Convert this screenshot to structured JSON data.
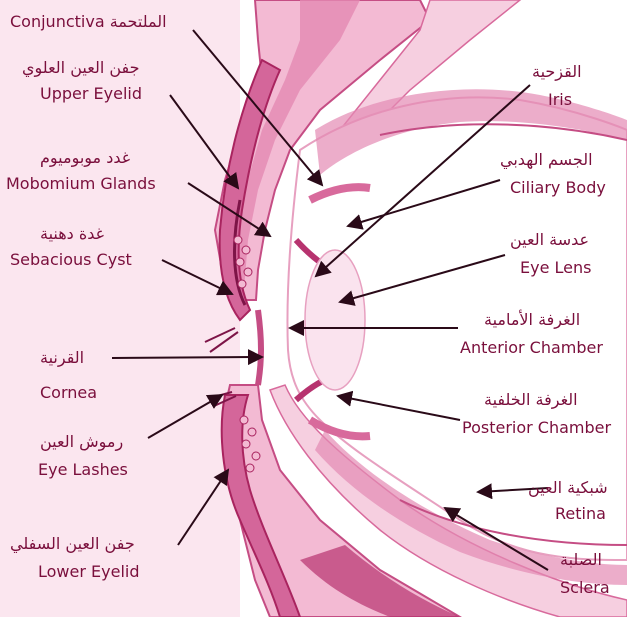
{
  "labels": {
    "conjunctiva": {
      "en": "Conjunctiva",
      "ar": "الملتحمة"
    },
    "upper_eyelid": {
      "en": "Upper Eyelid",
      "ar": "جفن العين العلوي"
    },
    "mobomium_glands": {
      "en": "Mobomium Glands",
      "ar": "غدد موبوميوم"
    },
    "sebacious_cyst": {
      "en": "Sebacious Cyst",
      "ar": "غدة دهنية"
    },
    "cornea": {
      "en": "Cornea",
      "ar": "القرنية"
    },
    "eye_lashes": {
      "en": "Eye Lashes",
      "ar": "رموش العين"
    },
    "lower_eyelid": {
      "en": "Lower Eyelid",
      "ar": "جفن العين السفلي"
    },
    "iris": {
      "en": "Iris",
      "ar": "القزحية"
    },
    "ciliary_body": {
      "en": "Ciliary Body",
      "ar": "الجسم الهدبي"
    },
    "eye_lens": {
      "en": "Eye Lens",
      "ar": "عدسة العين"
    },
    "anterior_chamber": {
      "en": "Anterior Chamber",
      "ar": "الغرفة الأمامية"
    },
    "posterior_chamber": {
      "en": "Posterior Chamber",
      "ar": "الغرفة الخلفية"
    },
    "retina": {
      "en": "Retina",
      "ar": "شبكية العين"
    },
    "sclera": {
      "en": "Sclera",
      "ar": "الصلبة"
    }
  },
  "colors": {
    "label_text": "#7a0f3c",
    "tissue_light": "#f6cfe0",
    "tissue_mid": "#e48ab3",
    "tissue_dark": "#b7336f",
    "left_panel_bg": "#fbe6ef"
  }
}
